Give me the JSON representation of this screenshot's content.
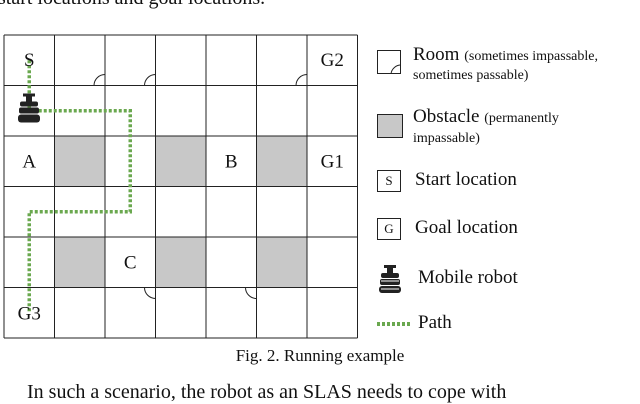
{
  "text": {
    "top_partial": "start locations and goal locations.",
    "bottom_partial": "In such a scenario, the robot as an SLAS needs to cope with",
    "caption": "Fig. 2.  Running example"
  },
  "grid": {
    "rows": 6,
    "cols": 7,
    "obstacles": [
      [
        2,
        1
      ],
      [
        2,
        3
      ],
      [
        2,
        5
      ],
      [
        4,
        1
      ],
      [
        4,
        3
      ],
      [
        4,
        5
      ]
    ],
    "labels": [
      {
        "row": 0,
        "col": 0,
        "text": "S"
      },
      {
        "row": 0,
        "col": 6,
        "text": "G2"
      },
      {
        "row": 2,
        "col": 0,
        "text": "A"
      },
      {
        "row": 2,
        "col": 4,
        "text": "B"
      },
      {
        "row": 2,
        "col": 6,
        "text": "G1"
      },
      {
        "row": 4,
        "col": 2,
        "text": "C"
      },
      {
        "row": 5,
        "col": 0,
        "text": "G3"
      }
    ],
    "robot_cell": [
      1,
      0
    ],
    "path_cells": [
      [
        0,
        0
      ],
      [
        1,
        0
      ],
      [
        1,
        1
      ],
      [
        1,
        2
      ],
      [
        2,
        2
      ],
      [
        3,
        2
      ],
      [
        3,
        1
      ],
      [
        3,
        0
      ],
      [
        4,
        0
      ],
      [
        5,
        0
      ]
    ],
    "door_marks": [
      {
        "row": 0,
        "col": 1,
        "corner": "br"
      },
      {
        "row": 0,
        "col": 2,
        "corner": "br"
      },
      {
        "row": 0,
        "col": 5,
        "corner": "br"
      },
      {
        "row": 5,
        "col": 2,
        "corner": "tr"
      },
      {
        "row": 5,
        "col": 4,
        "corner": "tr"
      }
    ],
    "colors": {
      "obstacle": "#c8c8c8",
      "line": "#222222",
      "path": "#6aa84f"
    }
  },
  "legend": {
    "room_label": "Room",
    "room_note_1": "(sometimes impassable,",
    "room_note_2": "sometimes passable)",
    "obstacle_label": "Obstacle",
    "obstacle_note_1": "(permanently",
    "obstacle_note_2": "impassable)",
    "start_symbol": "S",
    "start_label": "Start location",
    "goal_symbol": "G",
    "goal_label": "Goal location",
    "robot_label": "Mobile robot",
    "path_label": "Path"
  }
}
